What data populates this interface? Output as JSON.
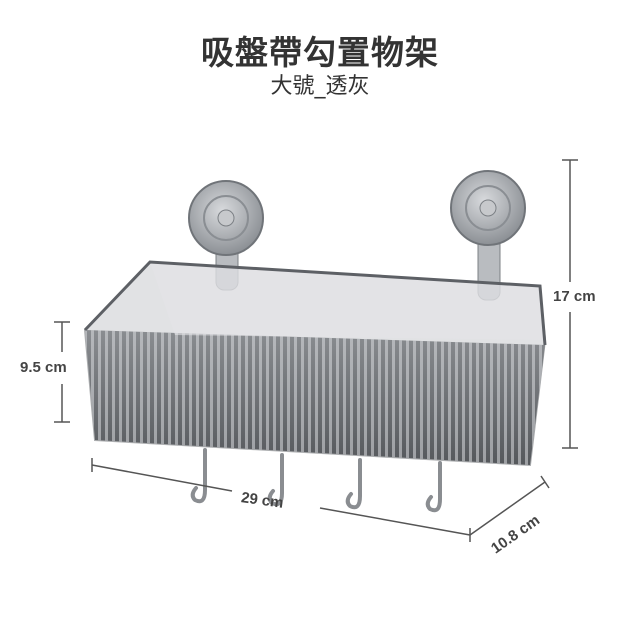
{
  "product": {
    "title": "吸盤帶勾置物架",
    "subtitle": "大號_透灰"
  },
  "dimensions": {
    "height_total": "17 cm",
    "height_basket": "9.5 cm",
    "width": "29 cm",
    "depth": "10.8 cm"
  },
  "colors": {
    "text": "#333333",
    "basket": "#6b6e72",
    "dimension_line": "#555555"
  }
}
